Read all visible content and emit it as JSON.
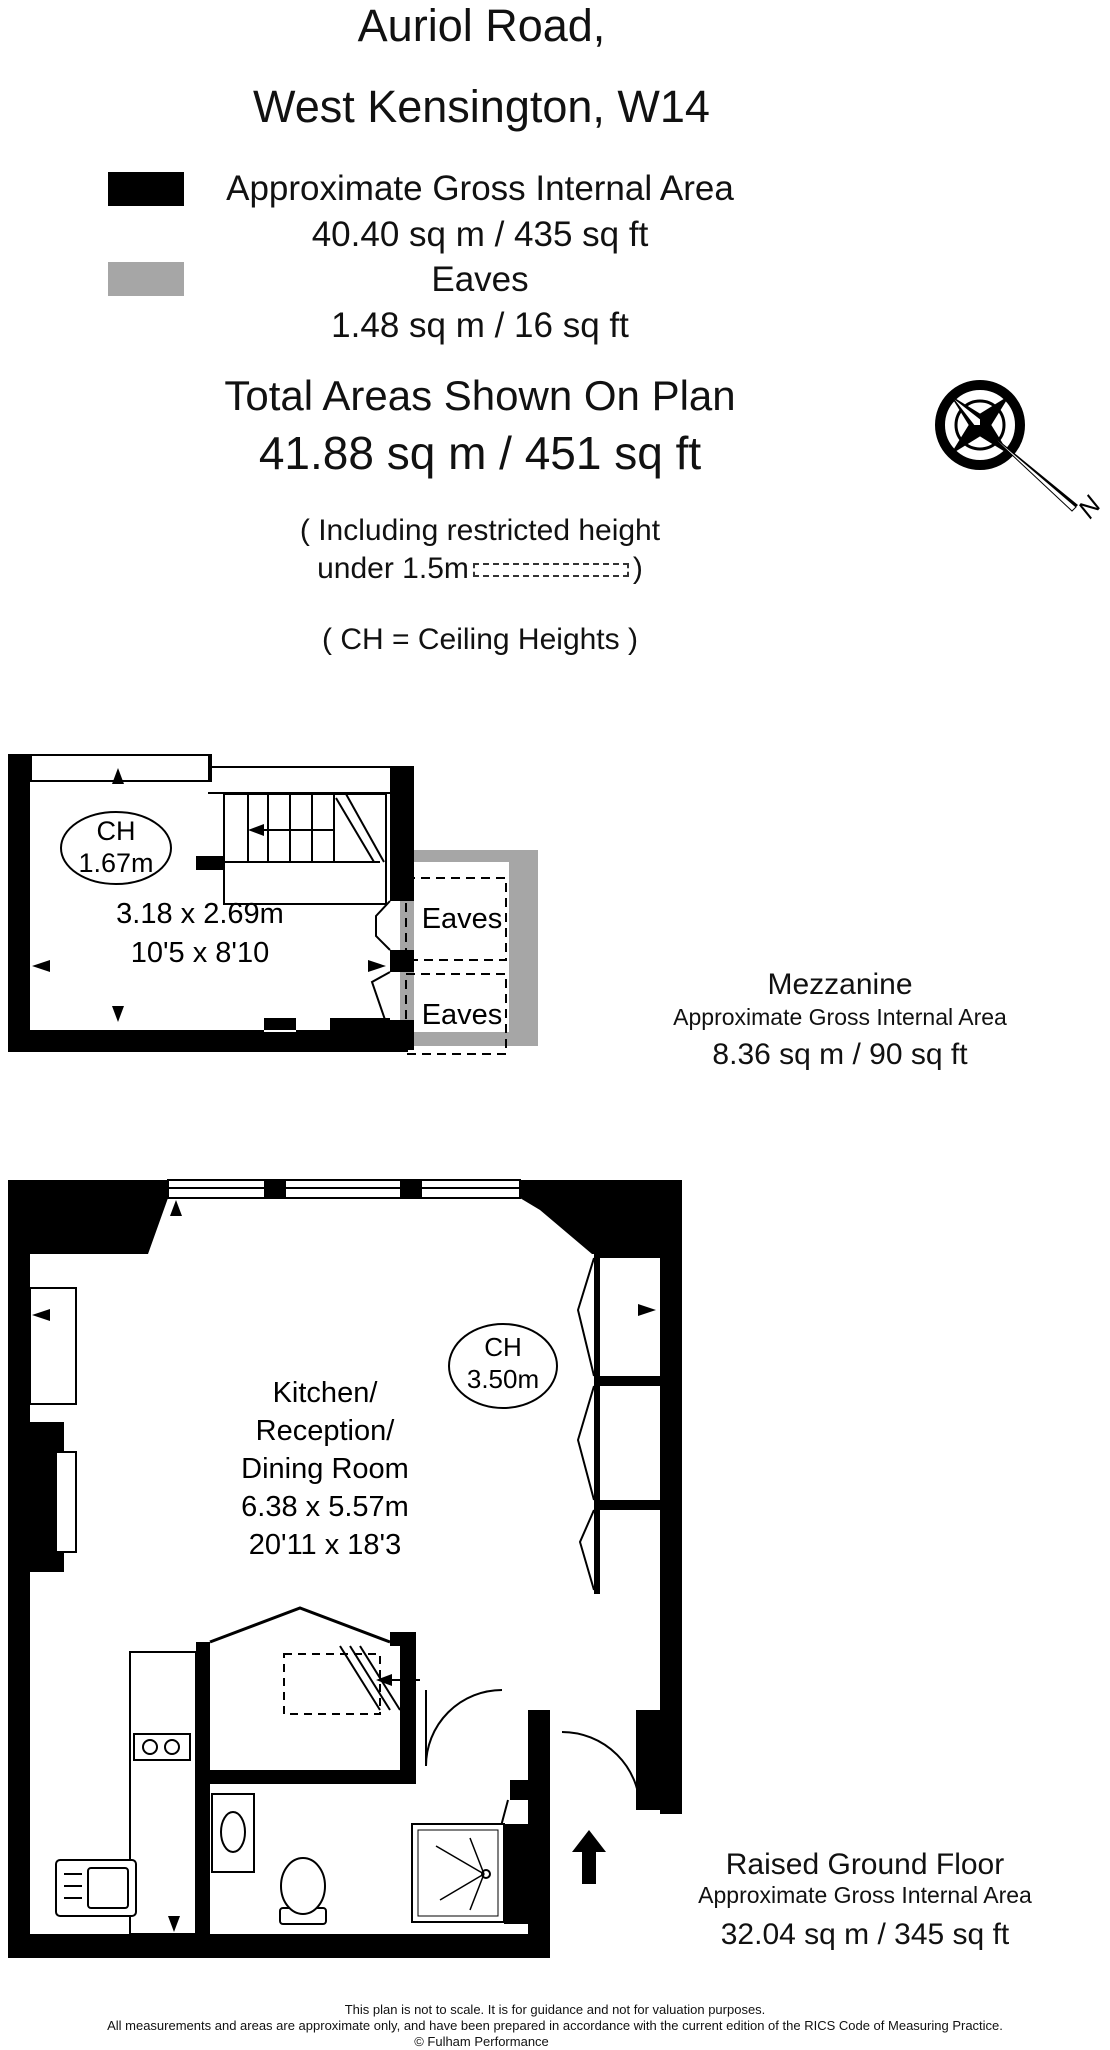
{
  "header": {
    "address_line1": "Auriol Road,",
    "address_line2": "West Kensington, W14"
  },
  "legend": {
    "gross_label": "Approximate Gross Internal Area",
    "gross_value": "40.40 sq m  /  435 sq ft",
    "eaves_label": "Eaves",
    "eaves_value": "1.48 sq m  /  16 sq ft",
    "gross_color": "#000000",
    "eaves_color": "#a6a6a6"
  },
  "totals": {
    "label": "Total Areas Shown On Plan",
    "value": "41.88 sq m  /  451 sq ft"
  },
  "notes": {
    "restricted_line1": "( Including restricted height",
    "restricted_line2_prefix": "under 1.5m",
    "restricted_line2_suffix": ")",
    "ceiling": "( CH = Ceiling Heights )"
  },
  "compass": {
    "icon": "compass-rose-icon",
    "north_label": "N"
  },
  "mezzanine": {
    "floor_name": "Mezzanine",
    "area_label": "Approximate Gross Internal Area",
    "area_value": "8.36 sq m  /  90 sq ft",
    "ch_label": "CH",
    "ch_value": "1.67m",
    "room_dims_metric": "3.18 x 2.69m",
    "room_dims_imperial": "10'5 x 8'10",
    "eaves_1": "Eaves",
    "eaves_2": "Eaves"
  },
  "ground": {
    "floor_name": "Raised Ground Floor",
    "area_label": "Approximate Gross Internal Area",
    "area_value": "32.04 sq m  /  345 sq ft",
    "ch_label": "CH",
    "ch_value": "3.50m",
    "room_name_1": "Kitchen/",
    "room_name_2": "Reception/",
    "room_name_3": "Dining Room",
    "room_dims_metric": "6.38 x 5.57m",
    "room_dims_imperial": "20'11 x 18'3"
  },
  "footer": {
    "line1": "This plan is not to scale. It is for guidance and not for valuation purposes.",
    "line2": "All measurements and areas are approximate only, and have been prepared in accordance with the current edition of the RICS Code of Measuring Practice.",
    "line3": "© Fulham Performance"
  }
}
